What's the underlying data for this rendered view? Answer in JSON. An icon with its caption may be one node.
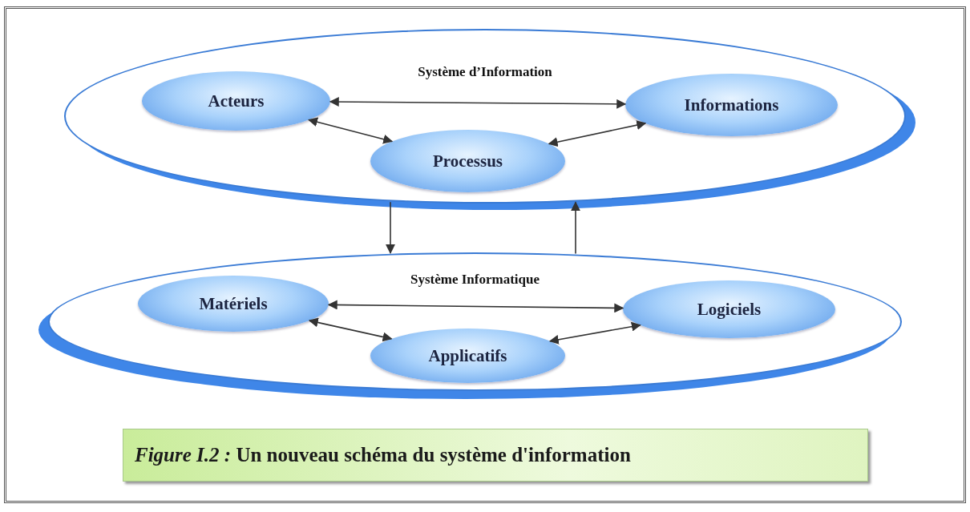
{
  "diagram": {
    "caption": "*Figure I.2 :* Un nouveau schéma du système d'information",
    "nodes": [
      {
        "text": [
          "Système d’Information"
        ]
      },
      {
        "text": [
          "Acteurs"
        ],
        "in": 0
      },
      {
        "text": [
          "Informations"
        ],
        "in": 0
      },
      {
        "text": [
          "Processus"
        ],
        "in": 0
      },
      {
        "text": [
          "Système Informatique"
        ]
      },
      {
        "text": [
          "Matériels"
        ],
        "in": 4
      },
      {
        "text": [
          "Logiciels"
        ],
        "in": 4
      },
      {
        "text": [
          "Applicatifs"
        ],
        "in": 4
      }
    ],
    "edges": [
      {
        "from": 1,
        "to": 2,
        "arrow": "both"
      },
      {
        "from": 1,
        "to": 3,
        "arrow": "both"
      },
      {
        "from": 3,
        "to": 2,
        "arrow": "both"
      },
      {
        "from": 0,
        "to": 4,
        "arrow": "to"
      },
      {
        "from": 4,
        "to": 0,
        "arrow": "to"
      },
      {
        "from": 5,
        "to": 6,
        "arrow": "both"
      },
      {
        "from": 5,
        "to": 7,
        "arrow": "both"
      },
      {
        "from": 7,
        "to": 6,
        "arrow": "both"
      }
    ]
  }
}
